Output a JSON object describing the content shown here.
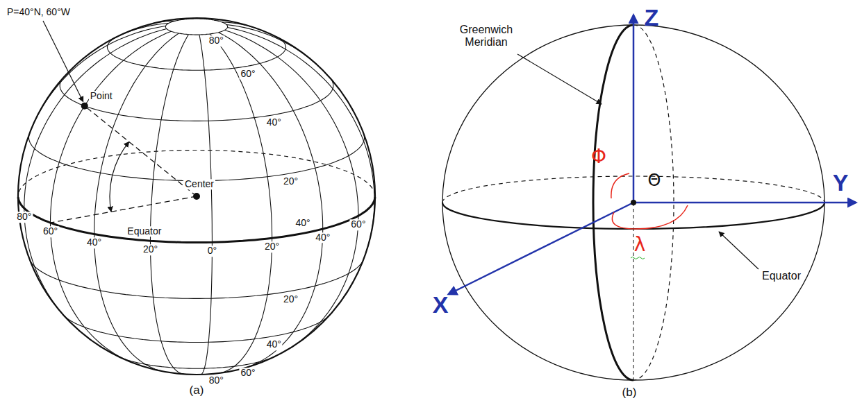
{
  "diagram": {
    "labels": [
      "P=40°N, 60°W",
      "Point",
      "Center",
      "40°",
      "80°",
      "60°",
      "40°",
      "20°",
      "Equator",
      "80°",
      "60°",
      "40°",
      "20°",
      "0°",
      "20°",
      "40°",
      "60°",
      "20°",
      "40°",
      "60°",
      "80°",
      "(a)",
      "Greenwich Meridian",
      "Z",
      "Y",
      "X",
      "Φ",
      "Θ",
      "λ",
      "Equator",
      "(b)"
    ]
  }
}
